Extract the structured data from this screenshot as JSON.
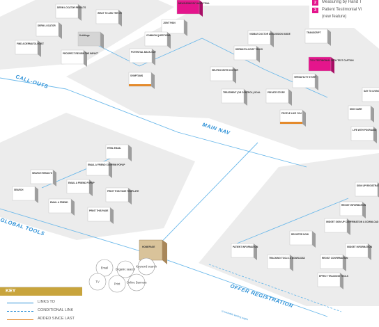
{
  "legend": {
    "items": [
      {
        "num": "2",
        "label": "Measuring by Hand T"
      },
      {
        "num": "3",
        "label": "Patient Testimonial Vi",
        "sub": "(new feature)"
      }
    ]
  },
  "sections": {
    "call_outs": "CALL-OUTS",
    "main_nav": "MAIN NAV",
    "global_tools": "GLOBAL TOOLS",
    "offer_registration": "OFFER REGISTRATION",
    "trackable": "to trackable landing pages"
  },
  "homepage": {
    "label": "HOMEPAGE"
  },
  "cards": [
    {
      "id": "derm-locator-results",
      "label": "DERM LOCATOR RESULTS"
    },
    {
      "id": "derm-locator",
      "label": "DERM LOCATOR"
    },
    {
      "id": "find-a-dermatologist",
      "label": "FIND A DERMATOLOGIST"
    },
    {
      "id": "prospect-review",
      "label": "PROSPECT REVIEW THE IMPACT"
    },
    {
      "id": "what-to-ask",
      "label": "WHAT TO ASK THE DR"
    },
    {
      "id": "siblings",
      "label": "8 siblings"
    },
    {
      "id": "measuring-hand-trial",
      "label": "MEASURING BY HAND TRIAL"
    },
    {
      "id": "joint-pain",
      "label": "JOINT PAIN"
    },
    {
      "id": "common-questions",
      "label": "COMMON QUESTIONS"
    },
    {
      "id": "potential-backout",
      "label": "POTENTIAL BACK-OUT"
    },
    {
      "id": "symptoms",
      "label": "SYMPTOMS"
    },
    {
      "id": "visible-doctor",
      "label": "VISIBLE DOCTOR DISCUSSION GUIDE"
    },
    {
      "id": "dermatologist-talks",
      "label": "DERMATOLOGIST TALKS"
    },
    {
      "id": "helping-with-doctor",
      "label": "HELPING WITH DOCTOR"
    },
    {
      "id": "treatment",
      "label": "TREATMENT (OR CONTROL) GOAL"
    },
    {
      "id": "transcript",
      "label": "TRANSCRIPT"
    },
    {
      "id": "testimonial-video",
      "label": "TOO TESTIMONIAL WITH TEXT CAPTION"
    },
    {
      "id": "versatility",
      "label": "VERSATILITY STORY"
    },
    {
      "id": "private-story",
      "label": "PRIVATE STORY"
    },
    {
      "id": "say-to-living",
      "label": "SAY TO LIVING"
    },
    {
      "id": "skin-care",
      "label": "SKIN CARE"
    },
    {
      "id": "people-like-you",
      "label": "PEOPLE LIKE YOU"
    },
    {
      "id": "life-with-psoriasis",
      "label": "LIFE WITH PSORIASIS"
    },
    {
      "id": "html-email",
      "label": "HTML EMAIL"
    },
    {
      "id": "email-friend-confirm",
      "label": "EMAIL A FRIEND CONFIRM POPUP"
    },
    {
      "id": "email-friend-popup",
      "label": "EMAIL A FRIEND POPUP"
    },
    {
      "id": "search-results",
      "label": "SEARCH RESULTS"
    },
    {
      "id": "search",
      "label": "SEARCH"
    },
    {
      "id": "email-a-friend",
      "label": "EMAIL A FRIEND"
    },
    {
      "id": "print-page-template",
      "label": "PRINT THIS PAGE TEMPLATE"
    },
    {
      "id": "print-page",
      "label": "PRINT THIS PAGE"
    },
    {
      "id": "sign-up-registration",
      "label": "SIGN UP REGISTRATION"
    },
    {
      "id": "regist-information",
      "label": "REGIST INFORMATION"
    },
    {
      "id": "widget-sign-up",
      "label": "WIDGET SIGN UP CONFIRMATION & DOWNLOAD"
    },
    {
      "id": "register-now",
      "label": "REGISTER NOW"
    },
    {
      "id": "widget-information",
      "label": "WIDGET INFORMATION"
    },
    {
      "id": "for-patients-info",
      "label": "PATIENT INFORMATION"
    },
    {
      "id": "tracking-tools",
      "label": "TRACKING TOOLS & DOWNLOAD"
    },
    {
      "id": "effect-tracking",
      "label": "EFFECT TRACKING TOOLS"
    },
    {
      "id": "regist-confirm",
      "label": "REGIST CONFIRMATION"
    }
  ],
  "circles": [
    {
      "label": "Email"
    },
    {
      "label": "Organic search"
    },
    {
      "label": "Keyword search"
    },
    {
      "label": "TV"
    },
    {
      "label": "Print"
    },
    {
      "label": "Online Banners"
    }
  ],
  "key": {
    "title": "KEY",
    "links_to": "LINKS TO",
    "conditional_link": "CONDITIONAL LINK",
    "added_since": "ADDED SINCE LAST"
  },
  "colors": {
    "accent_blue": "#2a8fd6",
    "magenta": "#e4158c",
    "orange": "#e48a2c",
    "panel": "#ececec",
    "key_gold": "#c8a43c"
  }
}
